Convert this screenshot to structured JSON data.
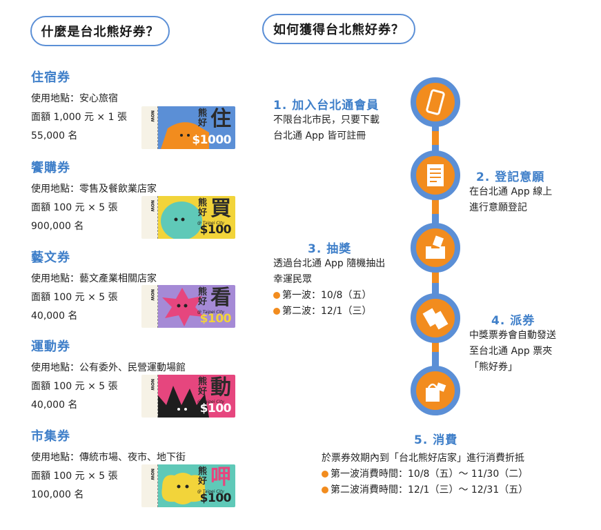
{
  "headers": {
    "left": "什麼是台北熊好券？",
    "right": "如何獲得台北熊好券？"
  },
  "coupons": [
    {
      "title": "住宿券",
      "usage": "使用地點：安心旅宿",
      "value": "面額 1,000 元 × 1 張",
      "count": "55,000 名",
      "ticket_char": "住",
      "ticket_price": "$1000",
      "color": "#5b8fd6",
      "blob_color": "#f28c1e"
    },
    {
      "title": "饗購券",
      "usage": "使用地點：零售及餐飲業店家",
      "value": "面額 100 元 × 5 張",
      "count": "900,000 名",
      "ticket_char": "買",
      "ticket_price": "$100",
      "color": "#f2d43a",
      "blob_color": "#5fc9b8"
    },
    {
      "title": "藝文券",
      "usage": "使用地點：藝文產業相關店家",
      "value": "面額 100 元 × 5 張",
      "count": "40,000 名",
      "ticket_char": "看",
      "ticket_price": "$100",
      "color": "#a58ad6",
      "blob_color": "#e6467e"
    },
    {
      "title": "運動券",
      "usage": "使用地點：公有委外、民營運動場館",
      "value": "面額 100 元 × 5 張",
      "count": "40,000 名",
      "ticket_char": "動",
      "ticket_price": "$100",
      "color": "#e6467e",
      "blob_color": "#1e1e1e"
    },
    {
      "title": "市集券",
      "usage": "使用地點：傳統市場、夜市、地下街",
      "value": "面額 100 元 × 5 張",
      "count": "100,000 名",
      "ticket_char": "呷",
      "ticket_price": "$100",
      "color": "#5fc9b8",
      "blob_color": "#f2d43a"
    }
  ],
  "ticket_common": {
    "small_chars": "熊好",
    "city": "@ Taipei City",
    "stub": "NOW"
  },
  "steps": [
    {
      "title": "1. 加入台北通會員",
      "lines": [
        "不限台北市民，只要下載",
        "台北通 App 皆可註冊"
      ],
      "icon": "phone-icon"
    },
    {
      "title": "2. 登記意願",
      "lines": [
        "在台北通 App 線上",
        "進行意願登記"
      ],
      "icon": "form-icon"
    },
    {
      "title": "3. 抽獎",
      "lines": [
        "透過台北通 App 隨機抽出",
        "幸運民眾"
      ],
      "bullets": [
        "第一波：10/8（五）",
        "第二波：12/1（三）"
      ],
      "icon": "lottery-box-icon"
    },
    {
      "title": "4. 派券",
      "lines": [
        "中獎票券會自動發送",
        "至台北通 App 票夾",
        "「熊好券」"
      ],
      "icon": "tickets-icon"
    },
    {
      "title": "5. 消費",
      "lines": [
        "於票券效期內到「台北熊好店家」進行消費折抵"
      ],
      "bullets": [
        "第一波消費時間：10/8（五）～ 11/30（二）",
        "第二波消費時間：12/1（三）～ 12/31（五）"
      ],
      "icon": "shopping-bag-icon"
    }
  ],
  "colors": {
    "accent_blue": "#5b8fd6",
    "accent_orange": "#f28c1e",
    "title_blue": "#3f7fc9"
  }
}
